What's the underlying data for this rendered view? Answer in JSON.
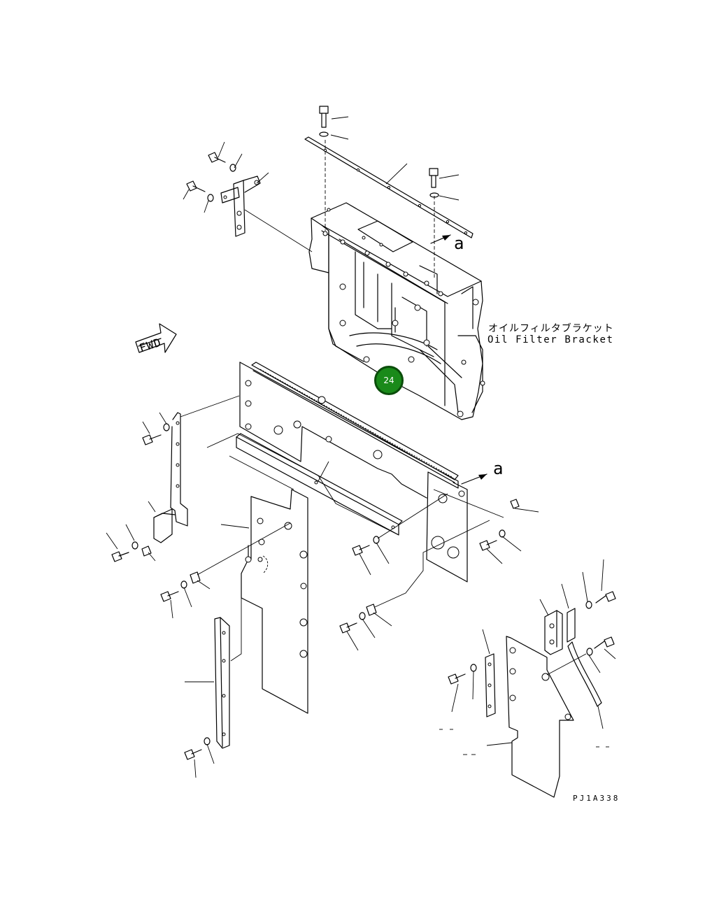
{
  "bracket_label_ja": "オイルフィルタブラケット",
  "bracket_label_en": "Oil Filter Bracket",
  "drawing_code": "PJ1A338",
  "view_marker_top": "a",
  "view_marker_bottom": "a",
  "fwd_label": "FWD",
  "callout": {
    "number": "24",
    "color": "#1a8a1a"
  }
}
